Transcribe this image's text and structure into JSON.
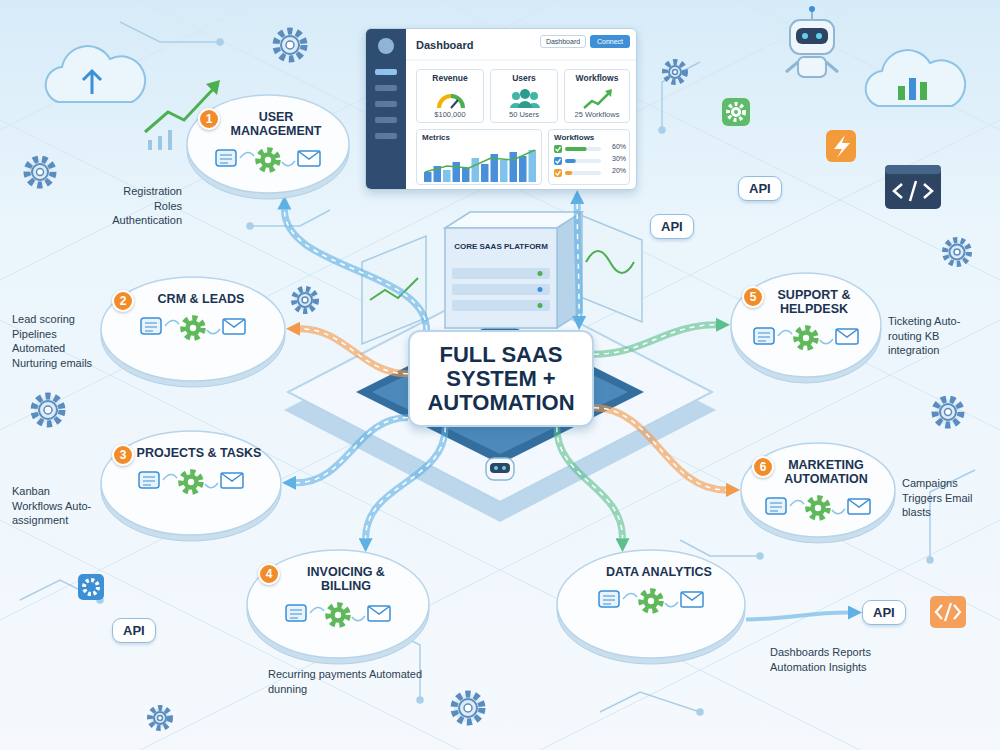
{
  "diagram": {
    "nodes": [
      {
        "text": [
          "Dashboard"
        ]
      },
      {
        "text": [
          "Revenue",
          "$100,000"
        ],
        "in": 0
      },
      {
        "text": [
          "Users",
          "50 Users"
        ],
        "in": 0
      },
      {
        "text": [
          "Workflows",
          "25 Workflows"
        ],
        "in": 0
      },
      {
        "text": [
          "Metrics"
        ],
        "in": 0
      },
      {
        "text": [
          "Workflows",
          "60%",
          "30%",
          "20%"
        ],
        "in": 0
      },
      {
        "text": [
          "USER MANAGEMENT",
          "Registration Roles Authentication"
        ]
      },
      {
        "text": [
          "API"
        ]
      },
      {
        "text": [
          "API"
        ]
      },
      {
        "text": [
          "CRM & LEADS",
          "Lead scoring Pipelines Automated Nurturing emails"
        ]
      },
      {
        "text": [
          "FULL SAAS SYSTEM + AUTOMATION"
        ]
      },
      {
        "text": [
          "SUPPORT & HELPDESK",
          "Ticketing Auto-routing KB integration"
        ]
      },
      {
        "text": [
          "PROJECTS & TASKS",
          "Kanban Workflows Auto-assignment"
        ]
      },
      {
        "text": [
          "MARKETING AUTOMATION",
          "Campaigns Triggers Email blasts"
        ]
      },
      {
        "text": [
          "INVOICING & BILLING",
          "Recurring payments Automated dunning"
        ]
      },
      {
        "text": [
          "DATA ANALYTICS",
          "Dashboards Reports Automation Insights"
        ]
      },
      {
        "text": [
          "API"
        ]
      },
      {
        "text": [
          "API"
        ]
      }
    ],
    "edges": [
      {
        "from": 0,
        "to": 10,
        "arrow": "both"
      },
      {
        "from": 10,
        "to": 6,
        "arrow": "to"
      },
      {
        "from": 10,
        "to": 9,
        "arrow": "to"
      },
      {
        "from": 10,
        "to": 12,
        "arrow": "to"
      },
      {
        "from": 10,
        "to": 14,
        "arrow": "to"
      },
      {
        "from": 10,
        "to": 15,
        "arrow": "to"
      },
      {
        "from": 10,
        "to": 11,
        "arrow": "to"
      },
      {
        "from": 10,
        "to": 13,
        "arrow": "to"
      },
      {
        "from": 15,
        "to": 17,
        "arrow": "to"
      }
    ],
    "labels": [
      "Dashboard",
      "Connect",
      "CORE SAAS PLATFORM",
      "1",
      "2",
      "3",
      "4",
      "5",
      "6"
    ]
  }
}
